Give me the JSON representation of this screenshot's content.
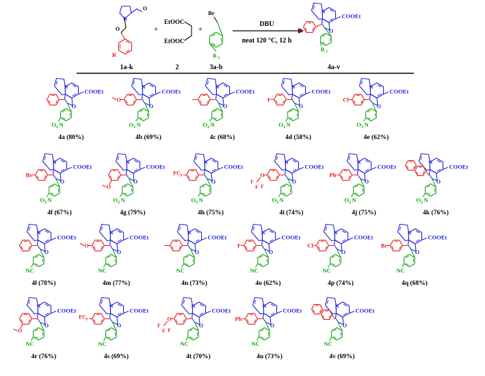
{
  "colors": {
    "core": "#1f1fd8",
    "aryl": "#e31b1b",
    "benzyl": "#15a015",
    "black": "#000000"
  },
  "reaction": {
    "reactant1_label": "1a-k",
    "reactant1_r": "R",
    "reactant1_aldehyde_o": "O",
    "reactant1_ketone_o": "O",
    "reactant1_n": "N",
    "reactant2_label": "2",
    "reactant2_top": "EtOOC",
    "reactant2_bottom": "EtOOC",
    "reactant3_label": "3a-b",
    "reactant3_br": "Br",
    "reactant3_r": "R",
    "reactant3_sub": "1",
    "plus1": "+",
    "plus2": "+",
    "condition_top": "DBU",
    "condition_bottom": "neat 120 °C, 12 h",
    "product_label": "4a-v",
    "product_r": "R",
    "product_r1": "R",
    "product_r1_sub": "1",
    "product_ester": "COOEt",
    "product_n": "N",
    "product_o": "O"
  },
  "structure_atoms": {
    "n": "N",
    "o": "O",
    "ester": "COOEt"
  },
  "products": [
    {
      "id": "4a",
      "yield": "(80%)",
      "aryl": "Ph",
      "benzyl": "NO2"
    },
    {
      "id": "4b",
      "yield": "(69%)",
      "aryl": "4-MeO",
      "benzyl": "NO2"
    },
    {
      "id": "4c",
      "yield": "(68%)",
      "aryl": "4-Me",
      "benzyl": "NO2"
    },
    {
      "id": "4d",
      "yield": "(58%)",
      "aryl": "4-F",
      "benzyl": "NO2"
    },
    {
      "id": "4e",
      "yield": "(62%)",
      "aryl": "4-Cl",
      "benzyl": "NO2"
    },
    {
      "id": "4f",
      "yield": "(67%)",
      "aryl": "4-Br",
      "benzyl": "NO2"
    },
    {
      "id": "4g",
      "yield": "(79%)",
      "aryl": "3-MeO",
      "benzyl": "NO2"
    },
    {
      "id": "4h",
      "yield": "(75%)",
      "aryl": "4-CF3",
      "benzyl": "NO2"
    },
    {
      "id": "4i",
      "yield": "(74%)",
      "aryl": "4-OCF3",
      "benzyl": "NO2"
    },
    {
      "id": "4j",
      "yield": "(75%)",
      "aryl": "4-Ph",
      "benzyl": "NO2"
    },
    {
      "id": "4k",
      "yield": "(76%)",
      "aryl": "naphthyl",
      "benzyl": "NO2"
    },
    {
      "id": "4l",
      "yield": "(78%)",
      "aryl": "Ph",
      "benzyl": "CN"
    },
    {
      "id": "4m",
      "yield": "(77%)",
      "aryl": "4-MeO",
      "benzyl": "CN"
    },
    {
      "id": "4n",
      "yield": "(73%)",
      "aryl": "4-Me",
      "benzyl": "CN"
    },
    {
      "id": "4o",
      "yield": "(62%)",
      "aryl": "4-F",
      "benzyl": "CN"
    },
    {
      "id": "4p",
      "yield": "(74%)",
      "aryl": "4-Cl",
      "benzyl": "CN"
    },
    {
      "id": "4q",
      "yield": "(68%)",
      "aryl": "4-Br",
      "benzyl": "CN"
    },
    {
      "id": "4r",
      "yield": "(76%)",
      "aryl": "3-MeO",
      "benzyl": "CN"
    },
    {
      "id": "4s",
      "yield": "(69%)",
      "aryl": "4-CF3",
      "benzyl": "CN"
    },
    {
      "id": "4t",
      "yield": "(70%)",
      "aryl": "4-OCF3",
      "benzyl": "CN"
    },
    {
      "id": "4u",
      "yield": "(73%)",
      "aryl": "4-Ph",
      "benzyl": "CN"
    },
    {
      "id": "4v",
      "yield": "(69%)",
      "aryl": "naphthyl",
      "benzyl": "CN"
    }
  ],
  "substituent_text": {
    "nitro_o": "O",
    "nitro_sub": "2",
    "nitro_n": "N",
    "cyano": "NC",
    "fluoro": "F",
    "chloro": "Cl",
    "bromo": "Br",
    "phenyl": "Ph",
    "cf3_f": "F",
    "cf3_c": "C",
    "cf3_sub": "3",
    "ocf3_o": "O",
    "ocf3_f": "F"
  }
}
